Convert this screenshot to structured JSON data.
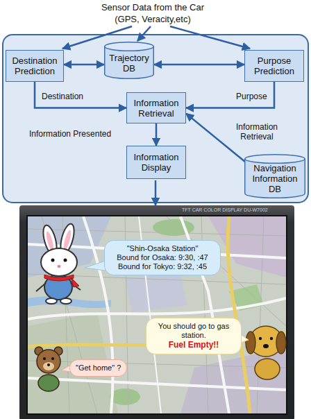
{
  "diagram": {
    "nodes": [
      {
        "text": [
          "Destination Prediction"
        ]
      },
      {
        "text": [
          "Trajectory DB"
        ]
      },
      {
        "text": [
          "Purpose Prediction"
        ]
      },
      {
        "text": [
          "Information Retrieval"
        ]
      },
      {
        "text": [
          "Information Display"
        ]
      },
      {
        "text": [
          "Navigation Information DB"
        ]
      },
      {
        "text": [
          "\"Shin-Osaka Station\"",
          "Bound for Osaka: 9:30, :47",
          "Bound for Tokyo: 9:32, :45"
        ]
      },
      {
        "text": [
          "\"Get home\" ?"
        ]
      },
      {
        "text": [
          "You should go to gas station.",
          "Fuel Empty!!"
        ]
      }
    ],
    "edges": [
      {
        "from": 0,
        "to": 1,
        "arrow": "both"
      },
      {
        "from": 1,
        "to": 2,
        "arrow": "both"
      },
      {
        "from": 0,
        "to": 3,
        "label": "Destination",
        "arrow": "to"
      },
      {
        "from": 2,
        "to": 3,
        "label": "Purpose",
        "arrow": "to"
      },
      {
        "from": 3,
        "to": 4,
        "label": "Information Presented",
        "arrow": "to"
      },
      {
        "from": 5,
        "to": 3,
        "label": "Information Retrieval",
        "arrow": "to"
      }
    ],
    "labels": [
      "Sensor Data from the Car",
      "(GPS, Veracity,etc)",
      "TFT CAR COLOR DISPLAY DU-W7002"
    ]
  }
}
